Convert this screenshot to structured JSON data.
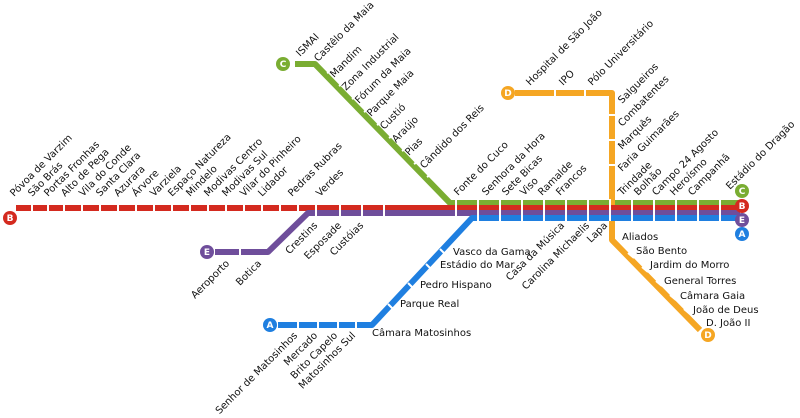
{
  "line_colors": {
    "A": "#1f7fe0",
    "B": "#d42a1f",
    "C": "#7aad32",
    "D": "#f5a623",
    "E": "#6f4e9b"
  },
  "badges": {
    "A": "A",
    "B": "B",
    "C": "C",
    "D": "D",
    "E": "E"
  },
  "stations": {
    "povoa_de_varzim": "Póvoa de Varzim",
    "sao_bras": "São Brás",
    "portas_fronhas": "Portas Fronhas",
    "alto_de_pega": "Alto de Pega",
    "vila_do_conde": "Vila do Conde",
    "santa_clara": "Santa Clara",
    "azurara": "Azurara",
    "arvore": "Árvore",
    "varziela": "Varziela",
    "espaco_natureza": "Espaço Natureza",
    "mindelo": "Mindelo",
    "modivas_centro": "Modivas Centro",
    "modivas_sul": "Modivas Sul",
    "vilar_do_pinheiro": "Vilar do Pinheiro",
    "lidador": "Lidador",
    "pedras_rubras": "Pedras Rubras",
    "verdes": "Verdes",
    "ismai": "ISMAI",
    "castelo_da_maia": "Castêlo da Maia",
    "mandim": "Mandim",
    "zona_industrial": "Zona Industrial",
    "forum_da_maia": "Fórum da Maia",
    "parque_maia": "Parque Maia",
    "custio": "Custió",
    "araujo": "Araújo",
    "pias": "Pias",
    "candido_dos_reis": "Cândido dos Reis",
    "fonte_do_cuco": "Fonte do Cuco",
    "senhora_da_hora": "Senhora da Hora",
    "sete_bicas": "Sete Bicas",
    "viso": "Viso",
    "ramalde": "Ramalde",
    "francos": "Francos",
    "casa_da_musica": "Casa da Música",
    "carolina_michaelis": "Carolina Michaelis",
    "lapa": "Lapa",
    "trindade": "Trindade",
    "bolhao": "Bolhão",
    "campo_24_agosto": "Campo 24 Agosto",
    "heroismo": "Heroísmo",
    "campanha": "Campanhã",
    "estadio_do_dragao": "Estádio do Dragão",
    "hospital_sao_joao": "Hospital de São João",
    "ipo": "IPO",
    "polo_universitario": "Pólo Universitário",
    "salgueiros": "Salgueiros",
    "combatentes": "Combatentes",
    "marques": "Marquês",
    "faria_guimaraes": "Faria Guimarães",
    "aliados": "Aliados",
    "sao_bento": "São Bento",
    "jardim_do_morro": "Jardim do Morro",
    "general_torres": "General Torres",
    "camara_gaia": "Câmara Gaia",
    "joao_de_deus": "João de Deus",
    "d_joao_ii": "D. João II",
    "vasco_da_gama": "Vasco da Gama",
    "estadio_do_mar": "Estádio do Mar",
    "pedro_hispano": "Pedro Hispano",
    "parque_real": "Parque Real",
    "camara_matosinhos": "Câmara Matosinhos",
    "senhor_de_matosinhos": "Senhor de Matosinhos",
    "mercado": "Mercado",
    "brito_capelo": "Brito Capelo",
    "matosinhos_sul": "Matosinhos Sul",
    "crestins": "Crestins",
    "esposade": "Esposade",
    "custoias": "Custóias",
    "aeroporto": "Aeroporto",
    "botica": "Botica"
  }
}
